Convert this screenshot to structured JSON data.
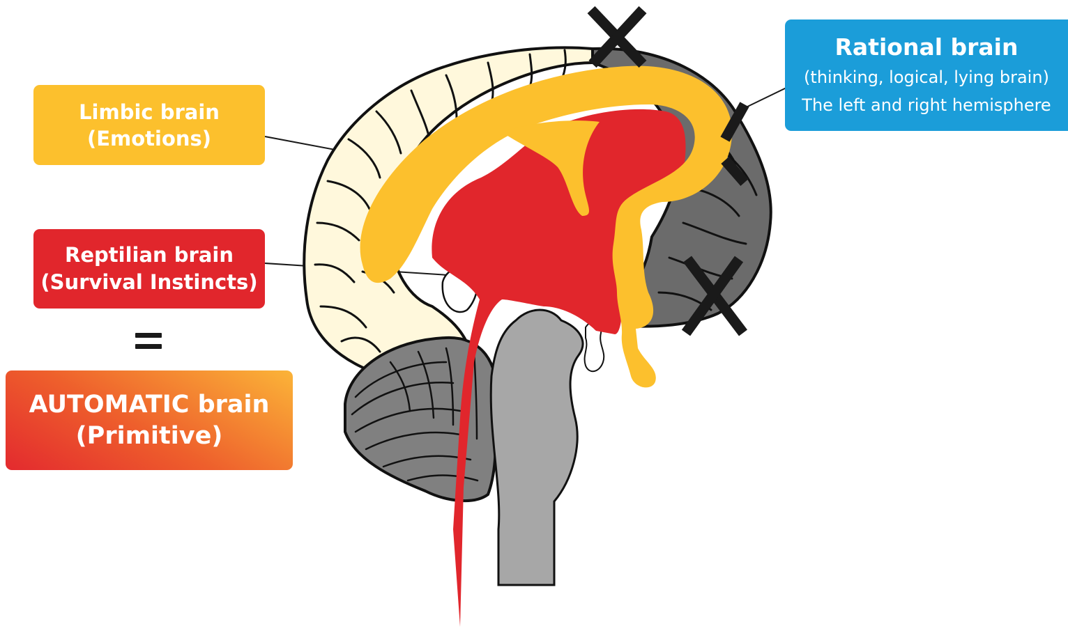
{
  "labels": {
    "limbic": {
      "line1": "Limbic brain",
      "line2": "(Emotions)",
      "color": "#fcc02d"
    },
    "reptilian": {
      "line1": "Reptilian brain",
      "line2": "(Survival Instincts)",
      "color": "#e1262c"
    },
    "automatic": {
      "line1": "AUTOMATIC brain",
      "line2": "(Primitive)"
    },
    "rational": {
      "title": "Rational brain",
      "line2": "(thinking, logical, lying brain)",
      "line3": "The left and right hemisphere",
      "color": "#1b9dd9"
    }
  },
  "colors": {
    "cortex_front": "#fff8dc",
    "cortex_back": "#6b6b6b",
    "brainstem": "#a7a7a7",
    "cerebellum": "#808080",
    "outline": "#111111"
  },
  "marks": [
    "x-mark-top",
    "x-mark-right-upper",
    "x-mark-right-lower"
  ]
}
